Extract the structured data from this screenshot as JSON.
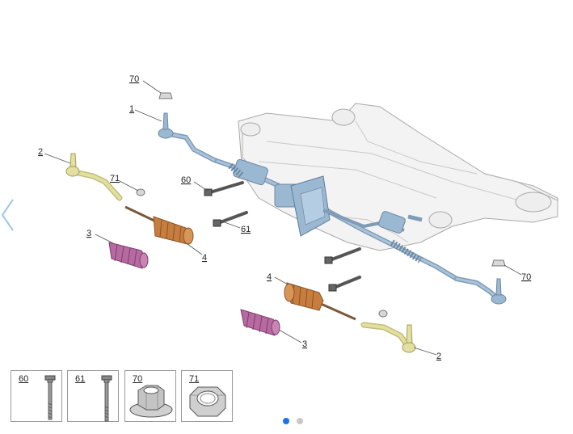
{
  "viewer": {
    "accent_color": "#1a73e8",
    "inactive_dot_color": "#c8c8c8",
    "arrow_color": "#9cc7e8",
    "nav": {
      "prev_icon": "chevron-left-icon"
    },
    "active_slide": 1,
    "slide_count": 2
  },
  "callouts": {
    "c70_top": "70",
    "c1": "1",
    "c2_left": "2",
    "c71": "71",
    "c60": "60",
    "c61": "61",
    "c3_left": "3",
    "c4_left": "4",
    "c4_right": "4",
    "c70_right": "70",
    "c3_right": "3",
    "c2_right": "2"
  },
  "thumbnails": [
    {
      "label": "60",
      "icon": "bolt-icon"
    },
    {
      "label": "61",
      "icon": "bolt-icon"
    },
    {
      "label": "70",
      "icon": "flange-nut-icon"
    },
    {
      "label": "71",
      "icon": "hex-nut-icon"
    }
  ],
  "parts_colors": {
    "tie_rod_blue": "#9bb8d3",
    "tie_rod_end_yellow": "#e3df9e",
    "bellows_orange": "#c77d3e",
    "boot_pink": "#b76aa1",
    "subframe": "#f1f1f1",
    "outline": "#8a8a8a"
  }
}
